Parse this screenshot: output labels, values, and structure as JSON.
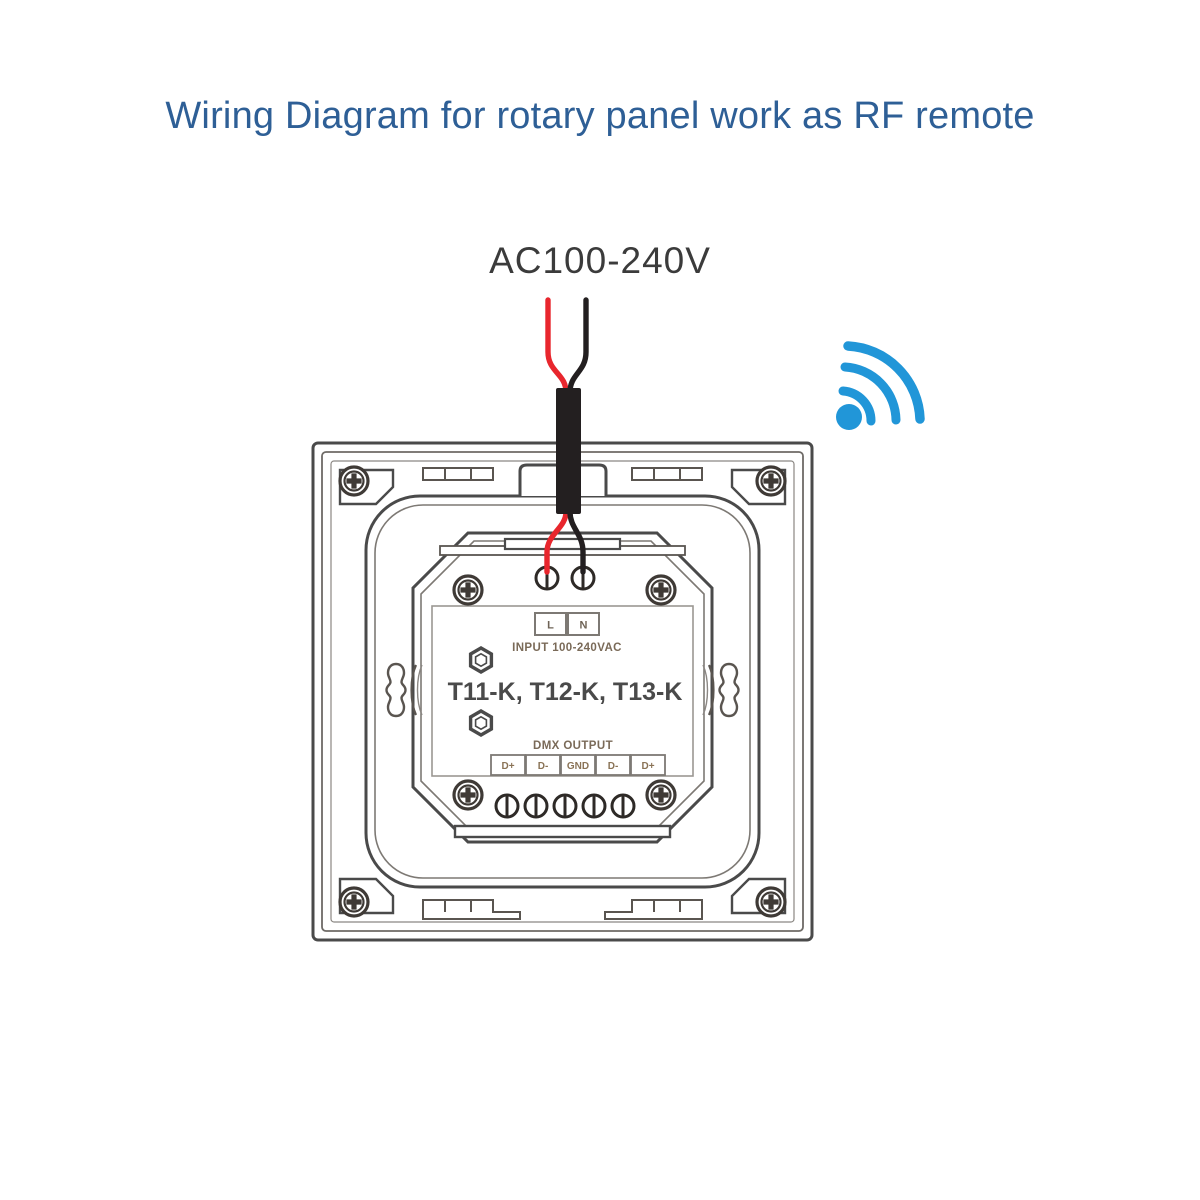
{
  "page": {
    "title": "Wiring Diagram for rotary panel work as RF remote",
    "background_color": "#ffffff"
  },
  "colors": {
    "title_blue": "#2e5f96",
    "rf_blue": "#2196d8",
    "live_wire_red": "#e8262d",
    "neutral_wire_black": "#231f20",
    "line_art_gray": "#4a4a4a",
    "label_brown": "#8a7356"
  },
  "supply": {
    "label": "AC100-240V",
    "live_wire_name": "live-wire-red",
    "neutral_wire_name": "neutral-wire-black",
    "cable_sheath_name": "cable-sheath"
  },
  "rf_icon": {
    "name": "rf-signal-icon",
    "arcs": 3,
    "color": "#2196d8"
  },
  "device": {
    "model_label": "T11-K, T12-K, T13-K",
    "input": {
      "heading": "INPUT 100-240VAC",
      "terminals": [
        "L",
        "N"
      ]
    },
    "output": {
      "heading": "DMX OUTPUT",
      "terminals": [
        "D+",
        "D-",
        "GND",
        "D-",
        "D+"
      ]
    },
    "screw_count_corner": 4,
    "screw_count_input": 2,
    "screw_count_output": 5,
    "faceplate_screw_count": 4,
    "standoff_hole_count": 2,
    "mounting_slot_count": 2
  }
}
